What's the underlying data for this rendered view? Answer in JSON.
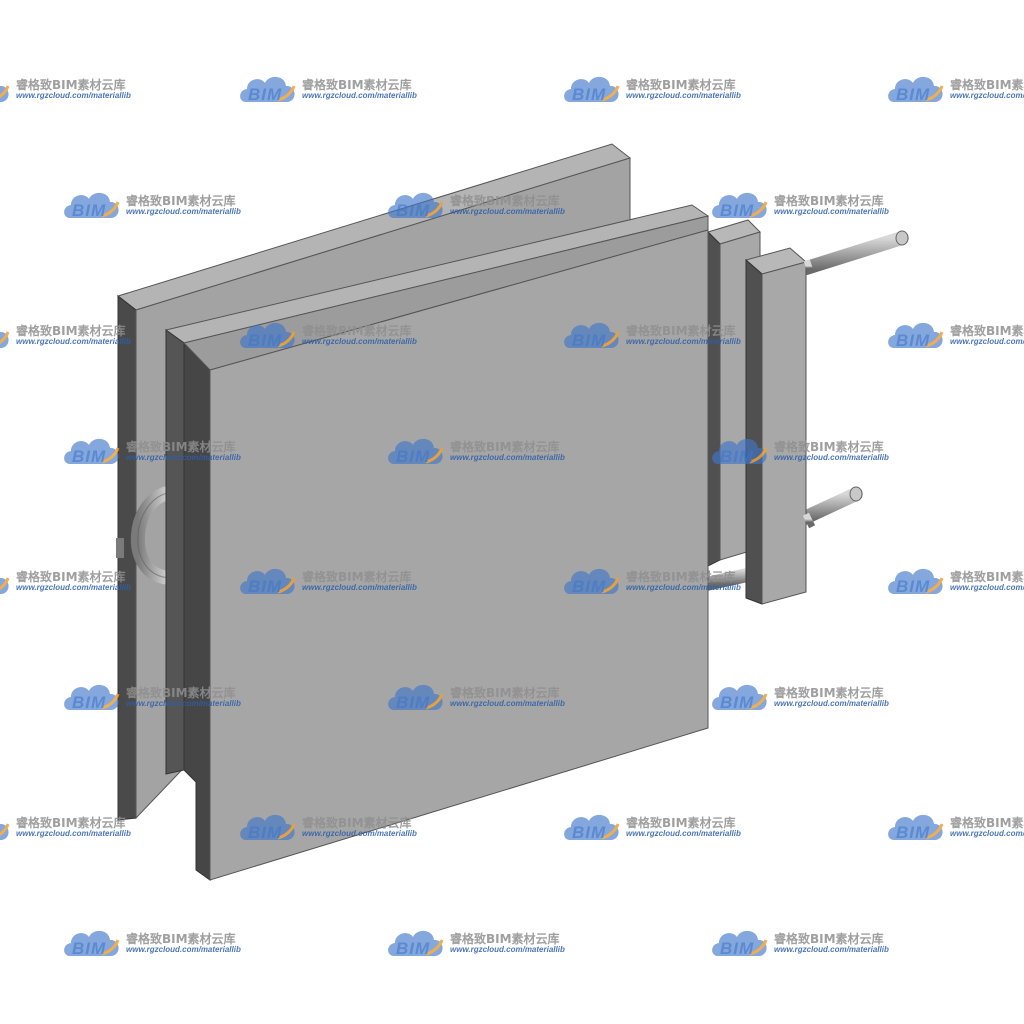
{
  "watermark": {
    "title": "睿格致BIM素材云库",
    "url": "www.rgzcloud.com/materiallib",
    "logo_text": "BIM",
    "colors": {
      "cloud_blue": "#3f76c9",
      "accent_orange": "#f0a030",
      "text_gray": "#8f8f8f"
    }
  },
  "object": {
    "description_icon": "steel-formwork-assembly-icon",
    "colors": {
      "face_light": "#a6a6a6",
      "face_top": "#b4b4b4",
      "face_side": "#4a4a4a",
      "rod": "#9a9a9a"
    }
  }
}
